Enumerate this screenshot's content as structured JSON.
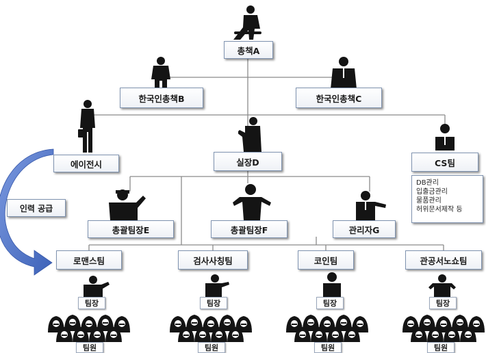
{
  "nodes": {
    "boss_a": "총책A",
    "korea_boss_b": "한국인총책B",
    "korea_boss_c": "한국인총책C",
    "agency": "에이전시",
    "director_d": "실장D",
    "cs_team": "CS팀",
    "leader_e": "총괄팀장E",
    "leader_f": "총괄팀장F",
    "manager_g": "관리자G",
    "team_romance": "로맨스팀",
    "team_prosecutor": "검사사칭팀",
    "team_coin": "코인팀",
    "team_official": "관공서노쇼팀"
  },
  "cs_duties": [
    "DB관리",
    "입출금관리",
    "물품관리",
    "허위문서제작 등"
  ],
  "supply_label": "인력 공급",
  "team_leader_label": "팀장",
  "member_label": "팀원",
  "colors": {
    "arrow": "#4a6fc4",
    "box_border": "#7f93b0",
    "line": "#8a8a8a",
    "silhouette": "#141414"
  }
}
